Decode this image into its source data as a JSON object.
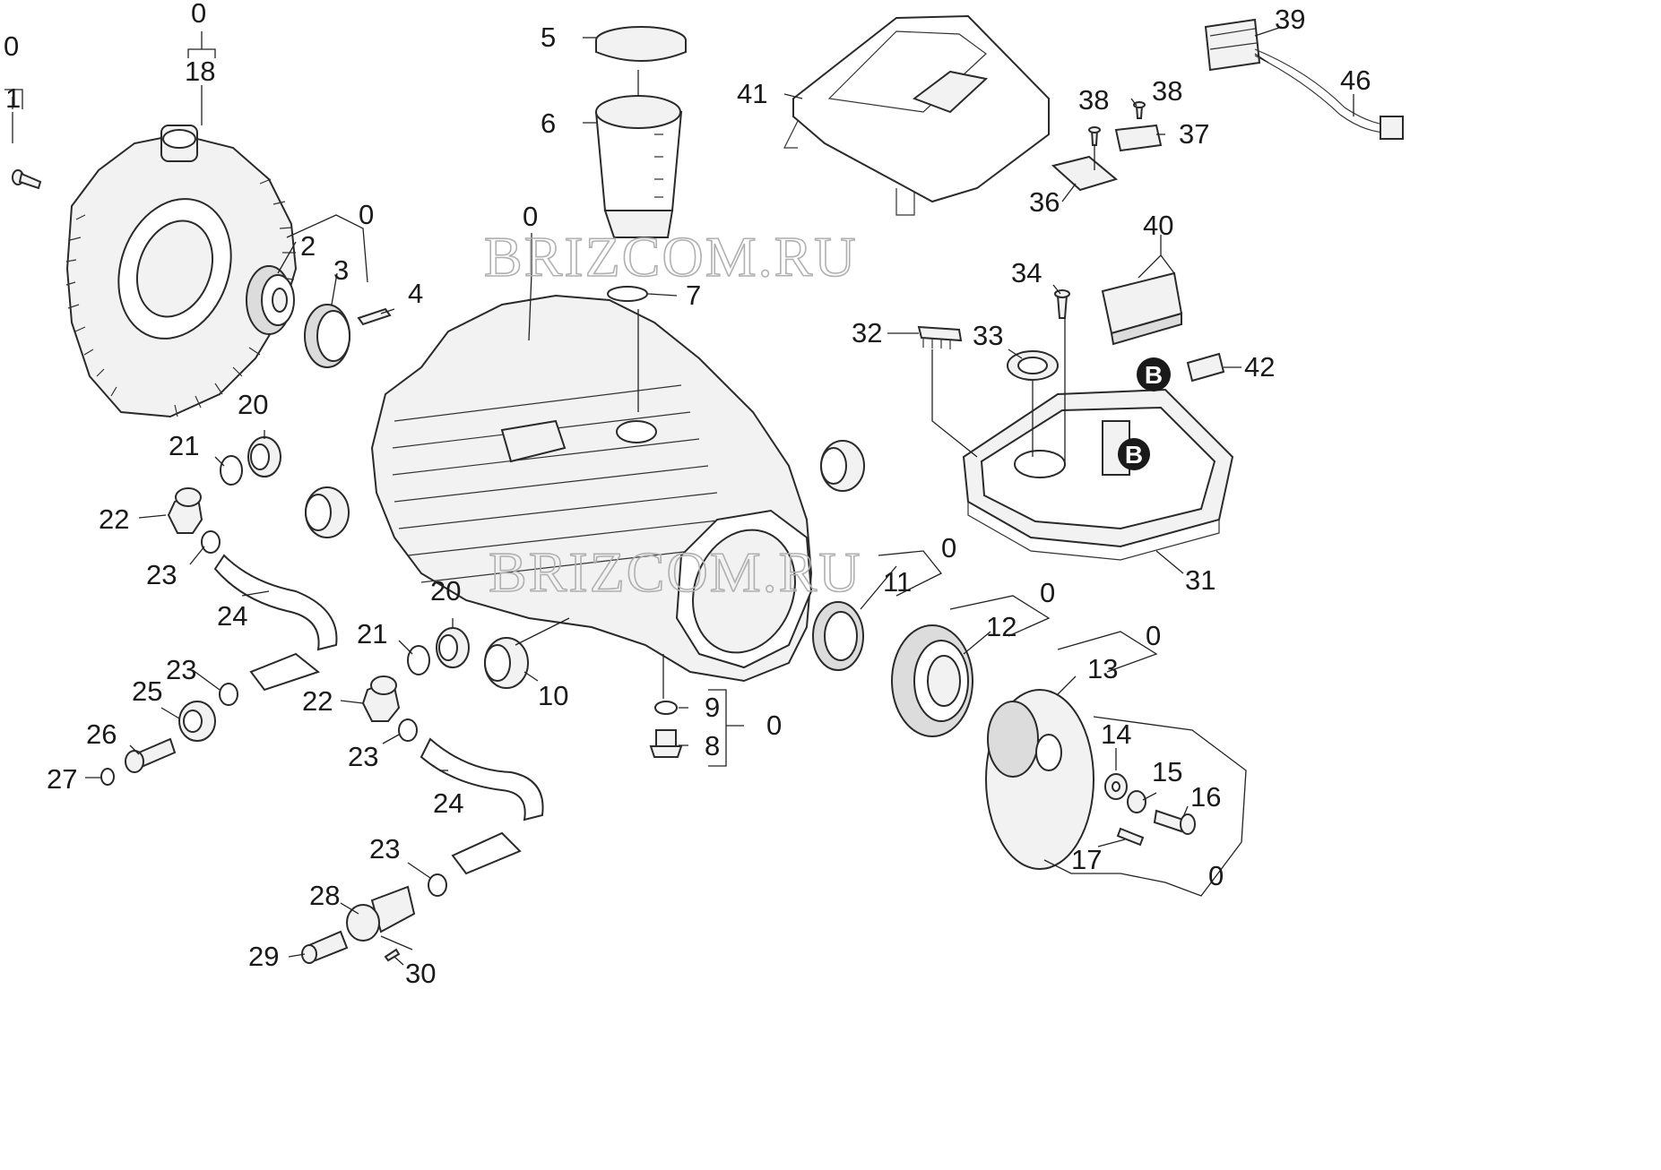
{
  "watermark": "BRIZCOM.RU",
  "marker": "B",
  "callouts": {
    "c0": "0",
    "c1": "1",
    "c2": "2",
    "c3": "3",
    "c4": "4",
    "c5": "5",
    "c6": "6",
    "c7": "7",
    "c8": "8",
    "c9": "9",
    "c10": "10",
    "c11": "11",
    "c12": "12",
    "c13": "13",
    "c14": "14",
    "c15": "15",
    "c16": "16",
    "c17": "17",
    "c18": "18",
    "c20": "20",
    "c21": "21",
    "c22": "22",
    "c23": "23",
    "c24": "24",
    "c25": "25",
    "c26": "26",
    "c27": "27",
    "c28": "28",
    "c29": "29",
    "c30": "30",
    "c31": "31",
    "c32": "32",
    "c33": "33",
    "c34": "34",
    "c36": "36",
    "c37": "37",
    "c38": "38",
    "c39": "39",
    "c40": "40",
    "c41": "41",
    "c42": "42",
    "c46": "46"
  }
}
